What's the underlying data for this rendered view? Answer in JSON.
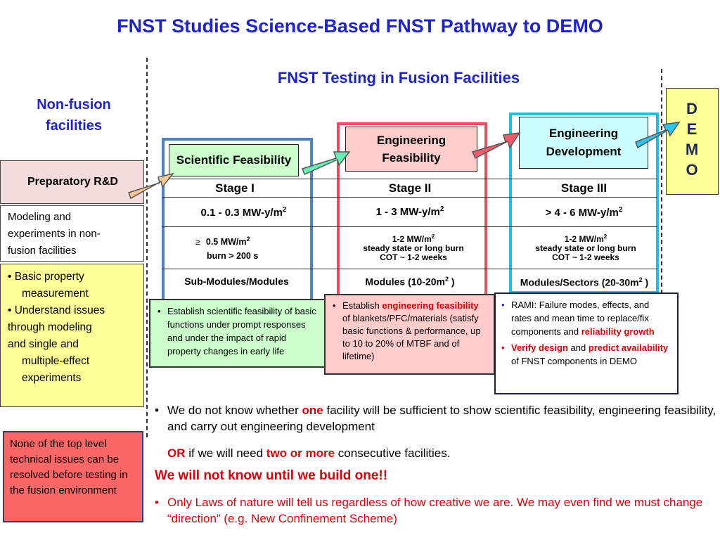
{
  "title": "FNST Studies Science-Based FNST Pathway to DEMO",
  "subtitle": "FNST Testing in Fusion Facilities",
  "left": {
    "nonfusion_line1": "Non-fusion",
    "nonfusion_line2": "facilities",
    "prep": "Preparatory R&D",
    "model_lines": [
      "Modeling and",
      "experiments in   non-",
      "fusion facilities"
    ],
    "basic_lines": [
      "• Basic property",
      "measurement",
      "• Understand   issues",
      "through   modeling",
      "and  single and",
      "multiple-effect",
      "experiments"
    ],
    "none_text": "None of the top level technical issues can be resolved before testing in the fusion environment"
  },
  "stage1": {
    "box": "Scientific Feasibility",
    "stage": "Stage I",
    "mw": "0.1 - 0.3 MW-y/m",
    "sup": "2",
    "cond_symbol": "≥",
    "cond1": "0.5 MW/m",
    "cond1_sup": "2",
    "cond2": "burn > 200 s",
    "modules": "Sub-Modules/Modules",
    "desc": "Establish scientific feasibility of basic functions under prompt responses and under the impact of rapid property changes in early life"
  },
  "stage2": {
    "box_line1": "Engineering",
    "box_line2": "Feasibility",
    "stage": "Stage II",
    "mw": "1 - 3 MW-y/m",
    "sup": "2",
    "c1": "1-2 MW/m",
    "c1_sup": "2",
    "c2": "steady state or long burn",
    "c3": "COT ~ 1-2 weeks",
    "modules": "Modules (10-20m",
    "modules_sup": "2",
    "modules_end": " )",
    "desc_pre": "Establish ",
    "desc_red": "engineering feasibility",
    "desc_post": " of blankets/PFC/materials (satisfy basic functions & performance, up to 10 to 20% of MTBF and of lifetime)"
  },
  "stage3": {
    "box_line1": "Engineering",
    "box_line2": "Development",
    "stage": "Stage III",
    "mw": "> 4 - 6 MW-y/m",
    "sup": "2",
    "c1": "1-2 MW/m",
    "c1_sup": "2",
    "c2": "steady state or long burn",
    "c3": "COT ~ 1-2 weeks",
    "modules": "Modules/Sectors (20-30m",
    "modules_sup": "2",
    "modules_end": " )",
    "desc1_pre": "RAMI: Failure modes, effects, and rates and mean time to replace/fix components and ",
    "desc1_red": "reliability growth",
    "desc2_red1": "Verify design",
    "desc2_mid": " and ",
    "desc2_red2": "predict availability",
    "desc2_post": " of FNST components in DEMO"
  },
  "demo_letters": [
    "D",
    "E",
    "M",
    "O"
  ],
  "bullets": {
    "b1_pre": "We do not know whether ",
    "b1_red": "one",
    "b1_post": " facility will be sufficient to show scientific feasibility, engineering feasibility, and carry out  engineering development",
    "b2_red": "OR",
    "b2_mid": " if we will need ",
    "b2_red2": "two or more",
    "b2_post": " consecutive facilities.",
    "b3": "We will not know until we build one!!",
    "b4": "Only Laws of nature will tell us regardless of how creative we are. We may even find we must change “direction” (e.g. New Confinement Scheme)"
  },
  "colors": {
    "title": "#1f24c8",
    "stage1_border": "#4f81bd",
    "stage2_border": "#e8505e",
    "stage3_border": "#1bc0e6",
    "highlight_red": "#d4000b"
  }
}
